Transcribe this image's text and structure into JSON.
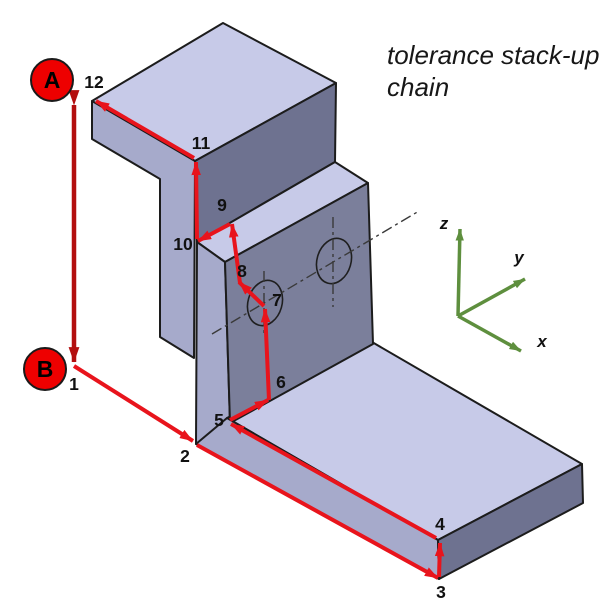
{
  "title": {
    "line1": "tolerance stack-up",
    "line2": "chain"
  },
  "datum_badges": {
    "top": "A",
    "bottom": "B"
  },
  "axes_triad": {
    "x": "x",
    "y": "y",
    "z": "z"
  },
  "chain_points": {
    "p1": "1",
    "p2": "2",
    "p3": "3",
    "p4": "4",
    "p5": "5",
    "p6": "6",
    "p7": "7",
    "p8": "8",
    "p9": "9",
    "p10": "10",
    "p11": "11",
    "p12": "12"
  },
  "colors": {
    "face_top": "#c7cae8",
    "face_left": "#a6aacb",
    "face_right": "#6e7290",
    "face_holes": "#7b7f9b",
    "chain_red": "#e8141c",
    "datum_red": "#b30f0f",
    "badge_fill": "#ee0000",
    "axis_green": "#5e8f3e",
    "centerline": "#3a3a3a"
  }
}
